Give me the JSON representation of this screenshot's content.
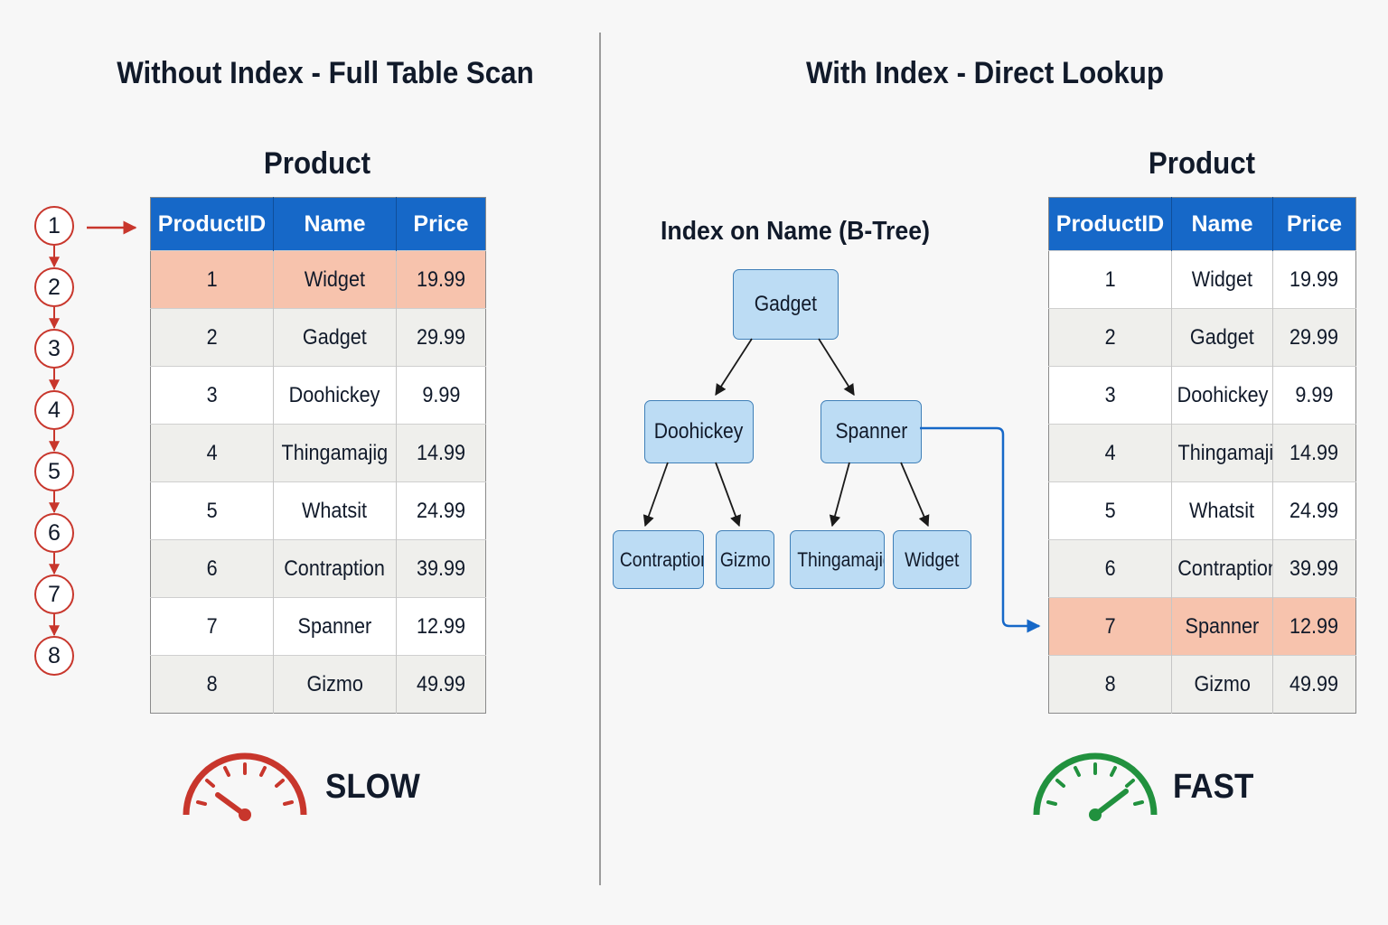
{
  "left_panel": {
    "title": "Without Index - Full Table Scan",
    "table_caption": "Product",
    "speed_label": "SLOW",
    "scan_steps": [
      "1",
      "2",
      "3",
      "4",
      "5",
      "6",
      "7",
      "8"
    ],
    "highlight_row": 0,
    "highlight_color": "#f7c3ad",
    "accent_color": "#c8362c"
  },
  "right_panel": {
    "title": "With Index - Direct Lookup",
    "table_caption": "Product",
    "speed_label": "FAST",
    "index_label": "Index on Name (B-Tree)",
    "highlight_row": 6,
    "accent_color": "#21913e",
    "lookup_arrow_color": "#1668c8",
    "btree": {
      "root": "Gadget",
      "level2": [
        "Doohickey",
        "Spanner"
      ],
      "leaves": [
        "Contraption",
        "Gizmo",
        "Thingamajig",
        "Widget"
      ]
    }
  },
  "table": {
    "headers": [
      "ProductID",
      "Name",
      "Price"
    ],
    "header_color": "#1668c8",
    "rows": [
      [
        "1",
        "Widget",
        "19.99"
      ],
      [
        "2",
        "Gadget",
        "29.99"
      ],
      [
        "3",
        "Doohickey",
        "9.99"
      ],
      [
        "4",
        "Thingamajig",
        "14.99"
      ],
      [
        "5",
        "Whatsit",
        "24.99"
      ],
      [
        "6",
        "Contraption",
        "39.99"
      ],
      [
        "7",
        "Spanner",
        "12.99"
      ],
      [
        "8",
        "Gizmo",
        "49.99"
      ]
    ]
  }
}
